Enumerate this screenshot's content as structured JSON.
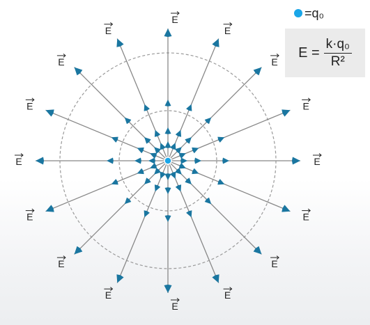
{
  "legend": {
    "equals_label": "=q₀",
    "dot_color": "#1aa6e8"
  },
  "formula": {
    "lhs": "E =",
    "numerator": "k·q₀",
    "denominator": "R²"
  },
  "field": {
    "vector_label": "E",
    "line_count": 16,
    "rings": [
      "inner-ring",
      "outer-ring"
    ],
    "line_color": "#888888",
    "arrow_color": "#1a76a0",
    "ring_color": "#999999",
    "charge_color": "#1aa6e8"
  }
}
